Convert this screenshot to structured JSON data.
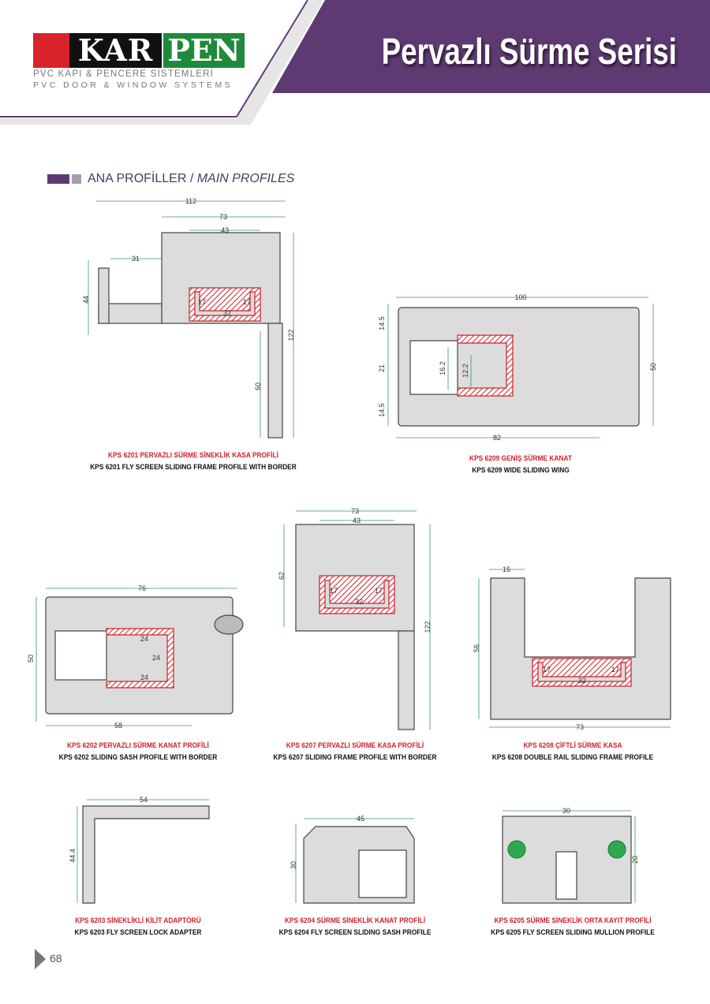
{
  "header": {
    "brand_left": "KAR",
    "brand_right": "PEN",
    "tagline_tr": "PVC KAPI & PENCERE SİSTEMLERİ",
    "tagline_en": "PVC DOOR & WINDOW SYSTEMS",
    "title": "Pervazlı Sürme Serisi"
  },
  "section": {
    "title_tr": "ANA PROFİLLER /",
    "title_en": "MAIN PROFILES"
  },
  "colors": {
    "purple": "#5e3a72",
    "red": "#d0202a",
    "green": "#1f8a3a",
    "dim": "#3a9a5a"
  },
  "profiles": [
    {
      "tr": "KPS 6201 PERVAZLI SÜRME SİNEKLİK KASA PROFİLİ",
      "en": "KPS 6201 FLY SCREEN SLIDING FRAME PROFILE WITH BORDER",
      "dims": [
        "112",
        "73",
        "43",
        "31",
        "44",
        "122",
        "60",
        "17",
        "17",
        "32"
      ]
    },
    {
      "tr": "KPS 6209 GENİŞ SÜRME KANAT",
      "en": "KPS 6209 WIDE SLIDING WING",
      "dims": [
        "100",
        "82",
        "14.5",
        "21",
        "14.5",
        "50",
        "16.2",
        "12.2"
      ]
    },
    {
      "tr": "KPS 6202 PERVAZLI SÜRME KANAT PROFİLİ",
      "en": "KPS 6202 SLIDING SASH PROFILE WITH BORDER",
      "dims": [
        "76",
        "58",
        "50",
        "24",
        "24",
        "24"
      ]
    },
    {
      "tr": "KPS 6207 PERVAZLI SÜRME KASA PROFİLİ",
      "en": "KPS 6207 SLIDING FRAME PROFILE WITH BORDER",
      "dims": [
        "73",
        "43",
        "62",
        "122",
        "17",
        "17",
        "32"
      ]
    },
    {
      "tr": "KPS 6208 ÇİFTLİ SÜRME KASA",
      "en": "KPS 6208 DOUBLE RAIL SLIDING FRAME PROFILE",
      "dims": [
        "15",
        "56",
        "73",
        "17",
        "17",
        "32"
      ]
    },
    {
      "tr": "KPS 6203 SİNEKLİKLİ KİLİT ADAPTÖRÜ",
      "en": "KPS 6203 FLY SCREEN LOCK ADAPTER",
      "dims": [
        "54",
        "44.4"
      ]
    },
    {
      "tr": "KPS 6204 SÜRME SİNEKLİK KANAT PROFİLİ",
      "en": "KPS 6204 FLY SCREEN SLIDING SASH PROFILE",
      "dims": [
        "45",
        "30"
      ]
    },
    {
      "tr": "KPS 6205 SÜRME SİNEKLİK ORTA KAYIT PROFİLİ",
      "en": "KPS 6205 FLY SCREEN SLIDING MULLION PROFILE",
      "dims": [
        "30",
        "20"
      ]
    }
  ],
  "footer": {
    "page_number": "68"
  }
}
